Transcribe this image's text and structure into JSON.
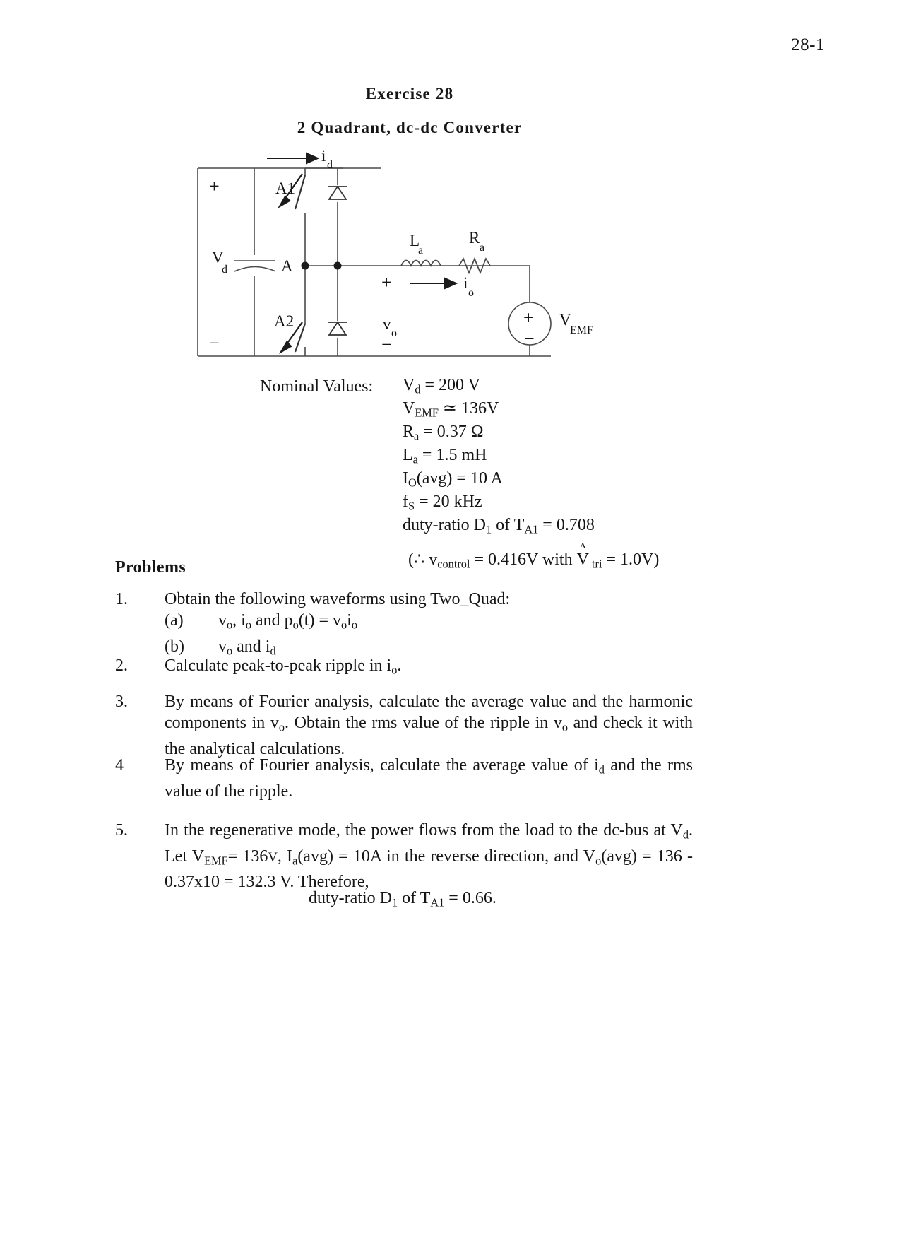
{
  "page": {
    "number": "28-1",
    "title": "Exercise  28",
    "subtitle": "2  Quadrant,  dc-dc  Converter"
  },
  "circuit": {
    "labels": {
      "i_d": "i",
      "i_d_sub": "d",
      "plus_top": "+",
      "minus_bottom": "−",
      "switch_top": "A1",
      "switch_bottom": "A2",
      "source": "V",
      "source_sub": "d",
      "node": "A",
      "inductor": "L",
      "inductor_sub": "a",
      "resistor": "R",
      "resistor_sub": "a",
      "i_o": "i",
      "i_o_sub": "o",
      "v_o": "v",
      "v_o_sub": "o",
      "v_o_plus": "+",
      "v_o_minus": "−",
      "emf": "V",
      "emf_sub": "EMF",
      "emf_plus": "+",
      "emf_minus": "−"
    }
  },
  "nominal": {
    "label": "Nominal Values:",
    "rows": [
      {
        "sym": "V",
        "sub": "d",
        "rest": " = 200 V"
      },
      {
        "sym": "V",
        "sub": "EMF",
        "rest": " ≃  136V"
      },
      {
        "sym": "R",
        "sub": "a",
        "rest": " = 0.37 Ω"
      },
      {
        "sym": "L",
        "sub": "a",
        "rest": " = 1.5 mH"
      },
      {
        "sym": "I",
        "sub": "O",
        "rest": "(avg) = 10 A"
      },
      {
        "sym": "f",
        "sub": "S",
        "rest": " = 20 kHz"
      }
    ],
    "duty_prefix": "duty-ratio D",
    "duty_sub": "1",
    "duty_mid": " of T",
    "duty_sub2": "A1",
    "duty_suffix": "  = 0.708",
    "control_open": "(∴ v",
    "control_sub": "control",
    "control_mid": " = 0.416V with ",
    "control_vhat": "V",
    "control_hat": "ʌ",
    "control_sub2": " tri",
    "control_close": " = 1.0V)"
  },
  "problems": {
    "heading": "Problems",
    "items": [
      {
        "num": "1.",
        "lead": "Obtain the following waveforms using Two_Quad:",
        "sub": [
          {
            "label": "(a)",
            "pre": "v",
            "s1": "o",
            "mid": ", i",
            "s2": "o",
            "mid2": " and p",
            "s3": "o",
            "mid3": "(t) = v",
            "s4": "o",
            "mid4": "i",
            "s5": "o"
          },
          {
            "label": "(b)",
            "text_a": "v",
            "text_a_sub": "o",
            "text_b": " and i",
            "text_b_sub": "d"
          }
        ]
      },
      {
        "num": "2.",
        "text_a": "Calculate peak-to-peak ripple in i",
        "sub_a": "o",
        "text_b": "."
      },
      {
        "num": "3.",
        "text_a": "By means of Fourier analysis, calculate the average value and the harmonic components in v",
        "sub_a": "o",
        "text_b": ".  Obtain the rms value of the ripple in v",
        "sub_b": "o",
        "text_c": " and check it with the analytical calculations."
      },
      {
        "num": "4",
        "text_a": "By means of Fourier analysis, calculate the average value of i",
        "sub_a": "d",
        "text_b": " and the rms value of the ripple."
      },
      {
        "num": "5.",
        "text_a": "In the regenerative mode, the power flows from the load to the dc-bus at V",
        "sub_a": "d",
        "text_b": ".  Let V",
        "sub_b": "EMF",
        "text_c": "= 136",
        "sub_c": "V",
        "text_d": ", I",
        "sub_d": "a",
        "text_e": "(avg)  =  10A  in  the  reverse  direction,  and  V",
        "sub_e": "o",
        "text_f": "(avg)  =  136 - 0.37x10 = 132.3 V.  Therefore,"
      }
    ],
    "duty_final_prefix": "duty-ratio D",
    "duty_final_sub": "1",
    "duty_final_mid": " of T",
    "duty_final_sub2": "A1",
    "duty_final_suffix": "  = 0.66."
  }
}
